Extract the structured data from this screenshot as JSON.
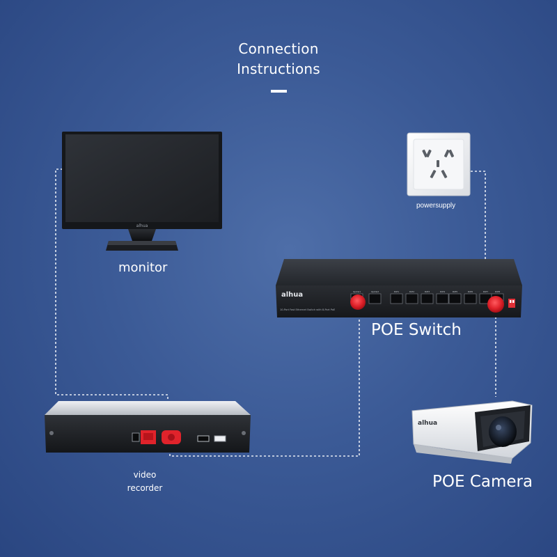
{
  "header": {
    "title_line1": "Connection",
    "title_line2": "Instructions"
  },
  "devices": {
    "monitor": {
      "label": "monitor",
      "brand": "alhua"
    },
    "power_supply": {
      "label": "powersupply"
    },
    "poe_switch": {
      "label": "POE Switch",
      "brand": "alhua",
      "model_text": "10-Port Fast Ethernet Switch with 8-Port PoE",
      "port_labels": [
        "Uplink1",
        "Uplink2",
        "PoE1",
        "PoE2",
        "PoE3",
        "PoE4",
        "PoE5",
        "PoE6",
        "PoE7",
        "PoE8"
      ]
    },
    "video_recorder": {
      "label_line1": "video",
      "label_line2": "recorder"
    },
    "poe_camera": {
      "label": "POE Camera",
      "brand": "alhua"
    }
  },
  "colors": {
    "connector": "#e0232b",
    "background": "#3b5a96",
    "device_dark": "#25282d"
  }
}
